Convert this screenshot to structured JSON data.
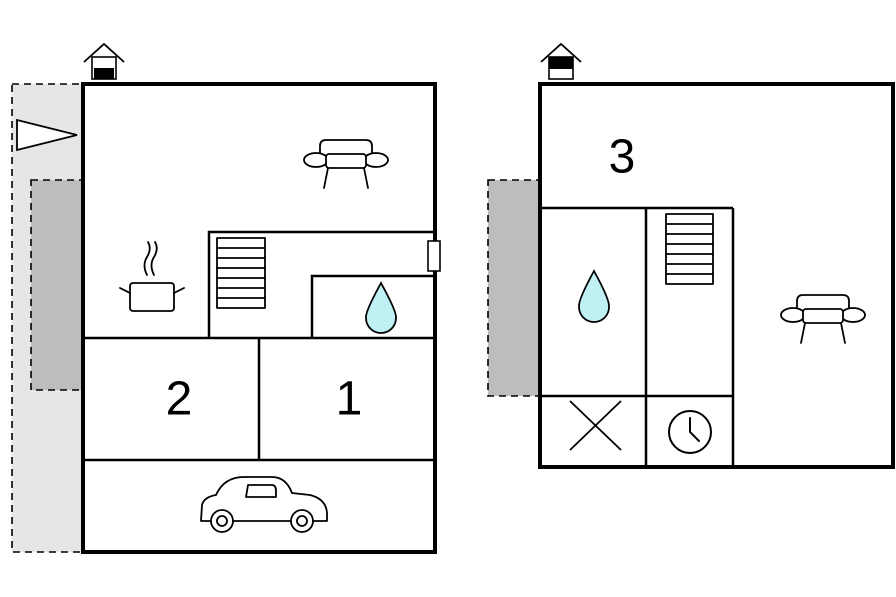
{
  "floors": [
    {
      "rooms": [
        {
          "label": "2"
        },
        {
          "label": "1"
        }
      ]
    },
    {
      "rooms": [
        {
          "label": "3"
        }
      ]
    }
  ],
  "colors": {
    "water": "#bff0f3",
    "terrace": "#bdbdbd",
    "garden": "#e6e6e6",
    "wall": "#000000"
  },
  "icons": [
    "entrance-icon",
    "sofa-icon",
    "cooking-pot-icon",
    "stairs-icon",
    "water-drop-icon",
    "car-icon",
    "x-icon",
    "clock-icon",
    "direction-arrow-icon"
  ]
}
